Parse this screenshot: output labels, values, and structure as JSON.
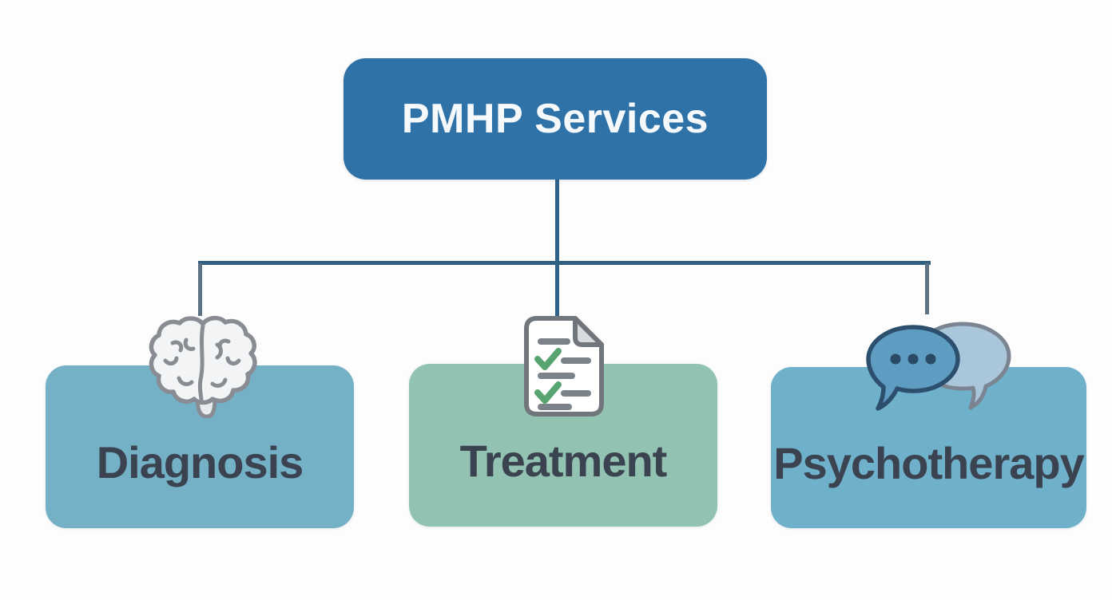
{
  "diagram": {
    "background_color": "#fdfdfd",
    "root": {
      "label": "PMHP Services",
      "fill": "#2f72a8",
      "text_color": "#f6f9fb"
    },
    "nodes": [
      {
        "label": "Diagnosis",
        "fill": "#74b1c7",
        "icon": "brain-icon"
      },
      {
        "label": "Treatment",
        "fill": "#92c2b2",
        "icon": "checklist-icon"
      },
      {
        "label": "Psychotherapy",
        "fill": "#6fb0cb",
        "icon": "speech-bubbles-icon"
      }
    ],
    "node_text_color": "#3a434f",
    "connector_color": "#2e6288",
    "side_connector_color": "#5d7282",
    "icon_colors": {
      "brain_fill": "#f3f4f6",
      "brain_outline": "#898d93",
      "checklist_paper": "#ffffff",
      "checklist_fold": "#d9dcdf",
      "checklist_outline": "#71767d",
      "checklist_bar": "#7b8289",
      "checklist_check": "#58a470",
      "bubble_front_fill": "#5e9dc1",
      "bubble_front_outline": "#2d4f6e",
      "bubble_back_fill": "#a9c6da",
      "bubble_back_outline": "#7b8591",
      "bubble_dots": "#2a4964"
    }
  }
}
